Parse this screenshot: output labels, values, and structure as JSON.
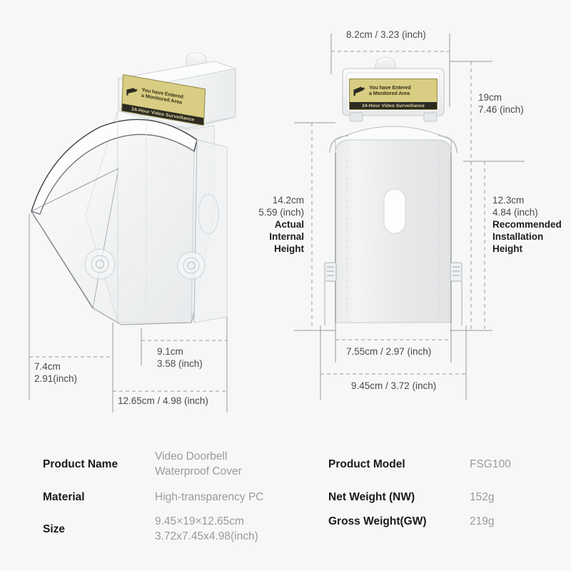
{
  "warning_label": {
    "icon": "security-camera-icon",
    "line1": "You have Entered",
    "line2": "a Monitored Area",
    "footer": "24-Hour Video Surveillance",
    "bg_color": "#d8cd82",
    "text_color": "#3a3518",
    "footer_bg": "#2b2a21",
    "footer_color": "#ddd4a0"
  },
  "left_view": {
    "dims": {
      "depth": {
        "cm": "7.4cm",
        "inch": "2.91(inch)"
      },
      "inner_width": {
        "cm": "9.1cm",
        "inch": "3.58 (inch)"
      },
      "overall_width": {
        "combined": "12.65cm / 4.98 (inch)"
      }
    }
  },
  "right_view": {
    "dims": {
      "top_width": {
        "combined": "8.2cm / 3.23 (inch)"
      },
      "total_height": {
        "cm": "19cm",
        "inch": "7.46 (inch)"
      },
      "internal_height": {
        "cm": "14.2cm",
        "inch": "5.59 (inch)",
        "caption": "Actual\nInternal\nHeight"
      },
      "installation_height": {
        "cm": "12.3cm",
        "inch": "4.84 (inch)",
        "caption": "Recommended\nInstallation\nHeight"
      },
      "inner_width": {
        "combined": "7.55cm / 2.97 (inch)"
      },
      "outer_width": {
        "combined": "9.45cm / 3.72 (inch)"
      }
    }
  },
  "spec_table": {
    "rows_left": [
      {
        "label": "Product Name",
        "value": "Video Doorbell\nWaterproof Cover"
      },
      {
        "label": "Material",
        "value": "High-transparency PC"
      },
      {
        "label": "Size",
        "value": "9.45×19×12.65cm\n3.72x7.45x4.98(inch)"
      }
    ],
    "rows_right": [
      {
        "label": "Product Model",
        "value": "FSG100"
      },
      {
        "label": "Net Weight (NW)",
        "value": "152g"
      },
      {
        "label": "Gross Weight(GW)",
        "value": "219g"
      }
    ]
  },
  "colors": {
    "background": "#f7f7f7",
    "dim_line": "#9a9a9a",
    "label_text": "#1a1a1a",
    "value_text": "#9a9a9a"
  }
}
